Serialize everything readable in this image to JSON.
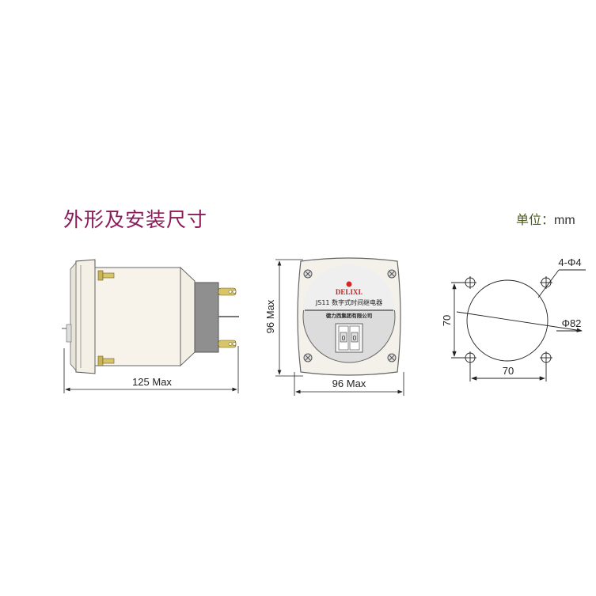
{
  "header": {
    "title": "外形及安装尺寸",
    "unit_label": "单位：",
    "unit_value": "mm"
  },
  "colors": {
    "title": "#8b1a5a",
    "body_fill": "#f7f3ea",
    "connector_block": "#8f8f8f",
    "indicator_led": "#d7262b",
    "brand_red": "#c8201e",
    "line": "#222222"
  },
  "side_view": {
    "dimension_label": "125 Max"
  },
  "front_view": {
    "brand": "DELIXI.",
    "model_line": "JS11 数字式时间继电器",
    "company_line": "德力西集团有限公司",
    "thumbwheel_digits": [
      "0",
      "0"
    ],
    "height_label": "96 Max",
    "width_label": "96 Max"
  },
  "cutout_view": {
    "holes_label": "4-Φ4",
    "diameter_label": "Φ82",
    "vertical_spacing_label": "70",
    "horizontal_spacing_label": "70"
  }
}
